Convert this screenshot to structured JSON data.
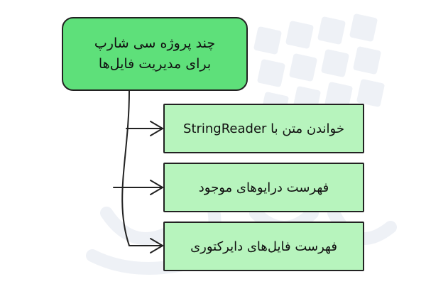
{
  "diagram": {
    "root": {
      "lines": [
        "چند پروژه سی شارپ",
        "برای مدیریت فایل‌ها"
      ]
    },
    "children": [
      {
        "label": "خواندن متن با StringReader"
      },
      {
        "label": "فهرست درایوهای موجود"
      },
      {
        "label": "فهرست فایل‌های دایرکتوری"
      }
    ],
    "colors": {
      "root_fill": "#5ee07a",
      "child_fill": "#b7f4bd",
      "stroke": "#222222",
      "watermark": "#eef1f6"
    },
    "icons": [
      "arrow-head-icon",
      "watermark-logo-icon"
    ]
  }
}
